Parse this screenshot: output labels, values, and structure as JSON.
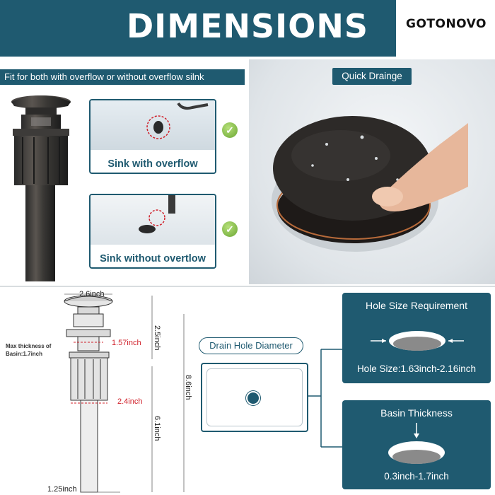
{
  "header": {
    "title": "DIMENSIONS",
    "brand": "GOTONOVO"
  },
  "left_panel": {
    "fit_text": "Fit for both with overflow or without overflow silnk",
    "card_overflow_label": "Sink with overflow",
    "card_no_overflow_label": "Sink without overtlow"
  },
  "right_panel": {
    "quick_label": "Quick Drainge"
  },
  "dimensions": {
    "top_width": "2.6inch",
    "height_top": "2.5inch",
    "hole_width": "1.57inch",
    "max_thickness": "Max thickness of Basin:1.7inch",
    "body_width": "2.4inch",
    "total_height": "8.6inch",
    "tail_height": "6.1inch",
    "tail_width": "1.25inch"
  },
  "drain_hole": {
    "label": "Drain Hole Diameter"
  },
  "hole_size": {
    "title": "Hole Size Requirement",
    "value": "Hole Size:1.63inch-2.16inch"
  },
  "basin_thickness": {
    "title": "Basin Thickness",
    "value": "0.3inch-1.7inch"
  },
  "colors": {
    "accent": "#1f5a70",
    "dimension_red": "#d0202a",
    "check_green": "#6aa532"
  }
}
